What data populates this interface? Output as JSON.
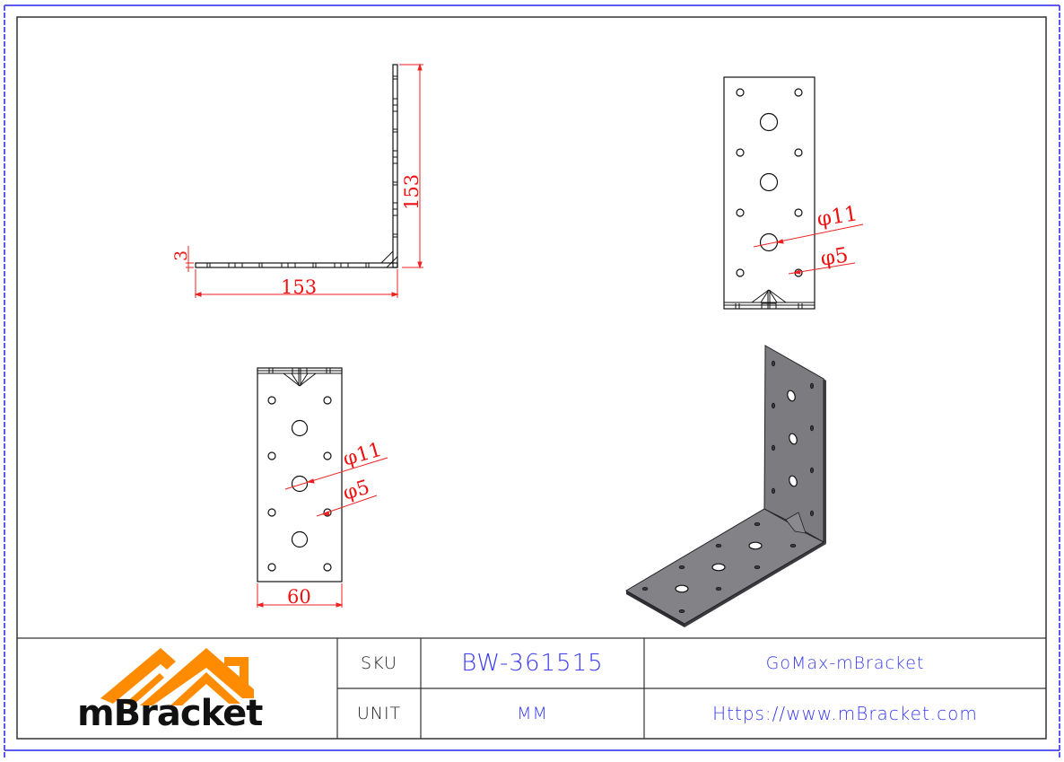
{
  "drawing": {
    "frame_color": "#5a5af0",
    "border_color": "#333333",
    "dimension_color": "#ee1111",
    "part_fill_3d": "#7c7c80"
  },
  "views": {
    "side_view": {
      "width_dim": "153",
      "height_dim": "153",
      "thickness_dim": "3"
    },
    "top_right_view": {
      "large_hole_dim": "φ11",
      "small_hole_dim": "φ5"
    },
    "bottom_left_view": {
      "large_hole_dim": "φ11",
      "small_hole_dim": "φ5",
      "width_dim": "60"
    },
    "iso_view": {
      "description": "3D isometric view of angle bracket"
    }
  },
  "title_block": {
    "logo": {
      "brand": "mBracket",
      "roof_color": "#ff8c00"
    },
    "sku_label": "SKU",
    "sku_value": "BW-361515",
    "unit_label": "UNIT",
    "unit_value": "MM",
    "product_name": "GoMax-mBracket",
    "website": "Https://www.mBracket.com"
  }
}
